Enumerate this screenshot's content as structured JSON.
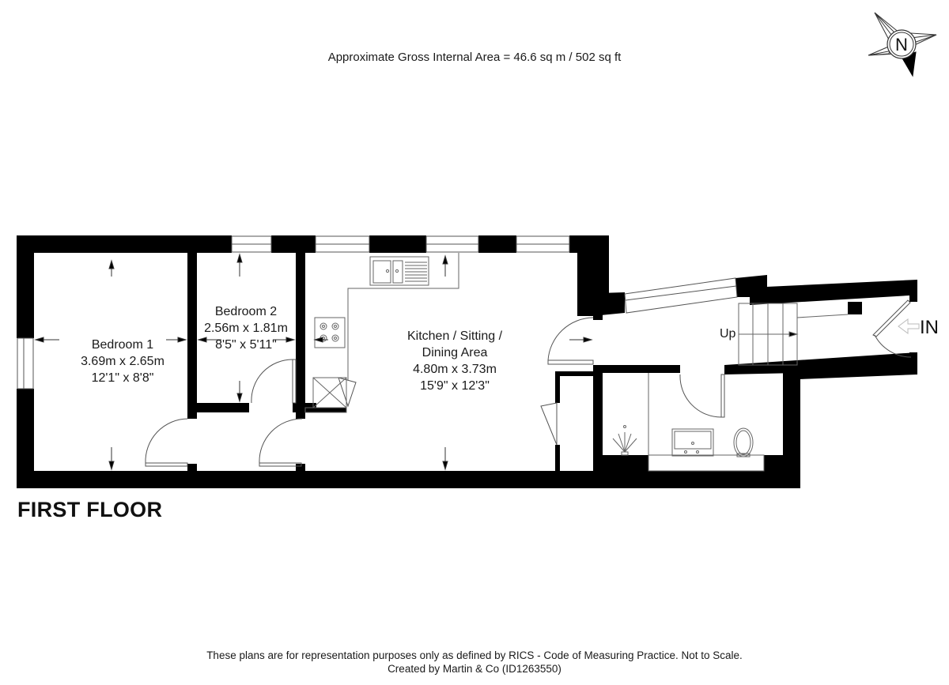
{
  "header": {
    "area_text": "Approximate Gross Internal Area = 46.6 sq m / 502 sq ft",
    "compass": {
      "label": "N",
      "icon": "compass-north-icon"
    }
  },
  "rooms": [
    {
      "name": "Bedroom 1",
      "metric": "3.69m x 2.65m",
      "imperial": "12'1\" x 8'8\""
    },
    {
      "name": "Bedroom 2",
      "metric": "2.56m x 1.81m",
      "imperial": "8'5\" x 5'11\""
    },
    {
      "name_line1": "Kitchen / Sitting /",
      "name_line2": "Dining Area",
      "metric": "4.80m x 3.73m",
      "imperial": "15'9\" x 12'3\""
    }
  ],
  "labels": {
    "stairs": "Up",
    "entrance": "IN",
    "floor_title": "FIRST FLOOR"
  },
  "footer": {
    "line1": "These plans are for representation purposes only as defined by RICS - Code of Measuring Practice. Not to Scale.",
    "line2": "Created by Martin & Co (ID1263550)"
  },
  "colors": {
    "wall": "#000000",
    "fixture_line": "#555555",
    "background": "#ffffff"
  }
}
